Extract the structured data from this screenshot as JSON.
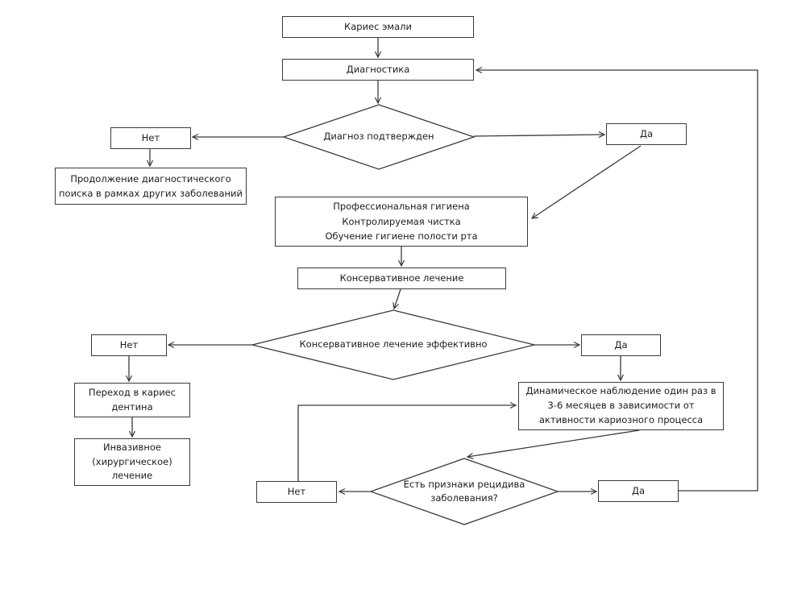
{
  "flowchart": {
    "description": "Clinical decision flowchart for enamel caries management",
    "colors": {
      "line": "#3a3a3a",
      "box_border": "#3a3a3a",
      "box_fill": "#ffffff",
      "text": "#1c1c1c",
      "background": "#ffffff"
    },
    "nodes": {
      "caries_enamel": {
        "type": "process",
        "label": "Кариес эмали"
      },
      "diagnostics": {
        "type": "process",
        "label": "Диагностика"
      },
      "diagnosis_confirmed": {
        "type": "decision",
        "label": "Диагноз подтвержден"
      },
      "no_1": {
        "type": "process",
        "label": "Нет"
      },
      "yes_1": {
        "type": "process",
        "label": "Да"
      },
      "continue_diagnostic_search": {
        "type": "process",
        "label": "Продолжение диагностического\nпоиска в рамках других заболеваний"
      },
      "hygiene": {
        "type": "process",
        "label": "Профессиональная гигиена\nКонтролируемая чистка\nОбучение гигиене полости рта"
      },
      "conservative_treatment": {
        "type": "process",
        "label": "Консервативное лечение"
      },
      "treatment_effective": {
        "type": "decision",
        "label": "Консервативное лечение эффективно"
      },
      "no_2": {
        "type": "process",
        "label": "Нет"
      },
      "yes_2": {
        "type": "process",
        "label": "Да"
      },
      "dentin_caries": {
        "type": "process",
        "label": "Переход в кариес\nдентина"
      },
      "invasive_treatment": {
        "type": "process",
        "label": "Инвазивное\n(хирургическое)\nлечение"
      },
      "dynamic_observation": {
        "type": "process",
        "label": "Динамическое наблюдение один раз в\n3-6 месяцев в зависимости от\nактивности кариозного процесса"
      },
      "relapse_signs": {
        "type": "decision",
        "label": "Есть признаки рецидива\nзаболевания?"
      },
      "no_3": {
        "type": "process",
        "label": "Нет"
      },
      "yes_3": {
        "type": "process",
        "label": "Да"
      }
    },
    "edges": [
      {
        "from": "caries_enamel",
        "to": "diagnostics"
      },
      {
        "from": "diagnostics",
        "to": "diagnosis_confirmed"
      },
      {
        "from": "diagnosis_confirmed",
        "to": "no_1"
      },
      {
        "from": "no_1",
        "to": "continue_diagnostic_search"
      },
      {
        "from": "diagnosis_confirmed",
        "to": "yes_1"
      },
      {
        "from": "yes_1",
        "to": "hygiene"
      },
      {
        "from": "hygiene",
        "to": "conservative_treatment"
      },
      {
        "from": "conservative_treatment",
        "to": "treatment_effective"
      },
      {
        "from": "treatment_effective",
        "to": "no_2"
      },
      {
        "from": "no_2",
        "to": "dentin_caries"
      },
      {
        "from": "dentin_caries",
        "to": "invasive_treatment"
      },
      {
        "from": "treatment_effective",
        "to": "yes_2"
      },
      {
        "from": "yes_2",
        "to": "dynamic_observation"
      },
      {
        "from": "dynamic_observation",
        "to": "relapse_signs"
      },
      {
        "from": "relapse_signs",
        "to": "no_3"
      },
      {
        "from": "no_3",
        "to": "dynamic_observation"
      },
      {
        "from": "relapse_signs",
        "to": "yes_3"
      },
      {
        "from": "yes_3",
        "to": "diagnostics"
      }
    ]
  }
}
